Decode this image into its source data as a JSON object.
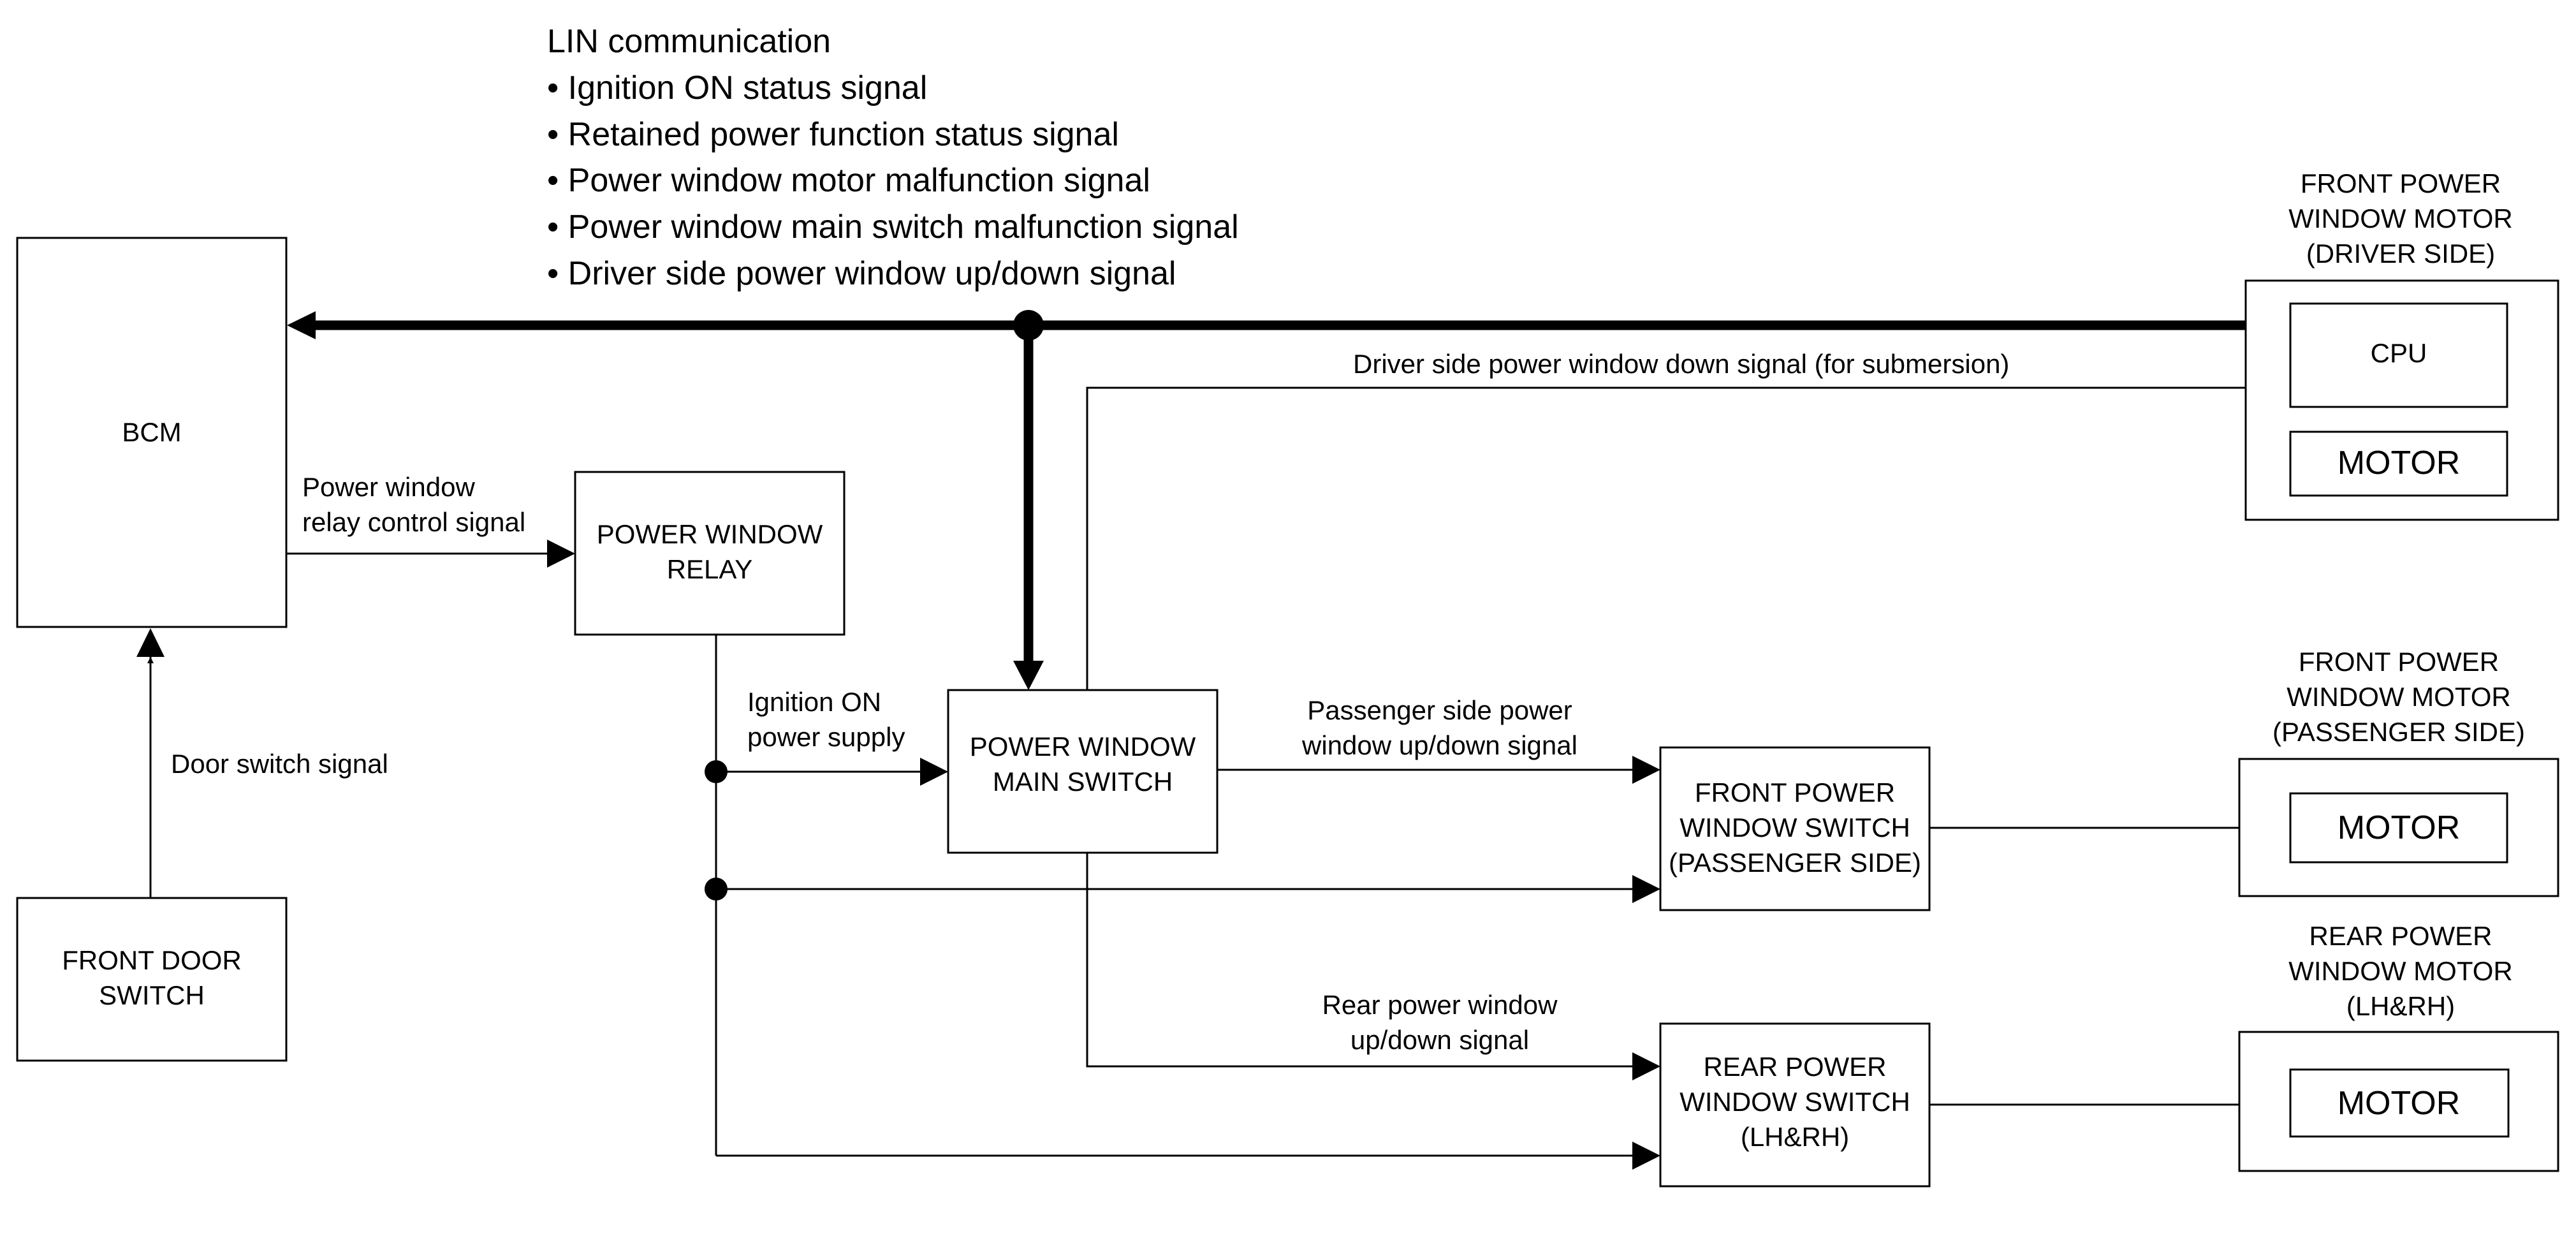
{
  "lin": {
    "title": "LIN communication",
    "items": [
      "• Ignition ON status signal",
      "• Retained power function status signal",
      "• Power window motor malfunction signal",
      "• Power window main switch malfunction signal",
      "• Driver side power window up/down signal"
    ]
  },
  "blocks": {
    "bcm": "BCM",
    "front_door_switch": [
      "FRONT DOOR",
      "SWITCH"
    ],
    "relay": [
      "POWER WINDOW",
      "RELAY"
    ],
    "main_switch": [
      "POWER WINDOW",
      "MAIN SWITCH"
    ],
    "front_switch_passenger": [
      "FRONT POWER",
      "WINDOW SWITCH",
      "(PASSENGER SIDE)"
    ],
    "rear_switch": [
      "REAR POWER",
      "WINDOW SWITCH",
      "(LH&RH)"
    ],
    "cpu": "CPU",
    "motor_driver": "MOTOR",
    "motor_passenger": "MOTOR",
    "motor_rear": "MOTOR"
  },
  "groups": {
    "driver_motor": [
      "FRONT POWER",
      "WINDOW MOTOR",
      "(DRIVER SIDE)"
    ],
    "passenger_motor": [
      "FRONT POWER",
      "WINDOW MOTOR",
      "(PASSENGER SIDE)"
    ],
    "rear_motor": [
      "REAR POWER",
      "WINDOW MOTOR",
      "(LH&RH)"
    ]
  },
  "signals": {
    "submersion": "Driver side power window down signal (for submersion)",
    "relay_control": [
      "Power window",
      "relay control signal"
    ],
    "door_switch": "Door switch signal",
    "ignition_supply": [
      "Ignition ON",
      "power supply"
    ],
    "passenger_updown": [
      "Passenger side power",
      "window up/down signal"
    ],
    "rear_updown": [
      "Rear power window",
      "up/down signal"
    ]
  }
}
